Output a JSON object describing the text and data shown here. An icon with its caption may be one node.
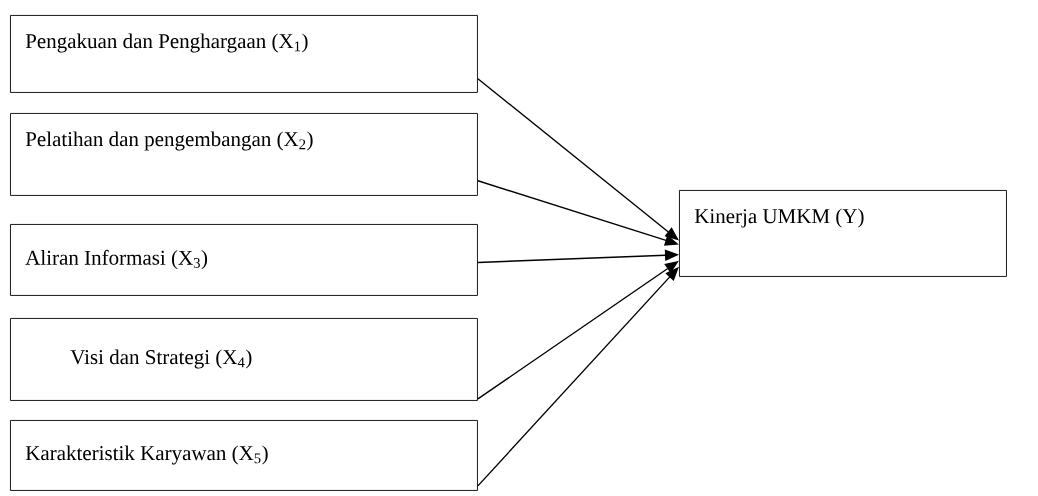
{
  "diagram": {
    "nodes": [
      {
        "text": [
          "Pengakuan dan Penghargaan (X$_{1}$)"
        ]
      },
      {
        "text": [
          "Pelatihan dan pengembangan (X$_{2}$)"
        ]
      },
      {
        "text": [
          "Aliran Informasi (X$_{3}$)"
        ]
      },
      {
        "text": [
          "Visi dan Strategi (X$_{4}$)"
        ]
      },
      {
        "text": [
          "Karakteristik Karyawan (X$_{5}$)"
        ]
      },
      {
        "text": [
          "Kinerja UMKM (Y)"
        ]
      }
    ],
    "edges": [
      {
        "from": 0,
        "to": 5,
        "arrow": "to"
      },
      {
        "from": 1,
        "to": 5,
        "arrow": "to"
      },
      {
        "from": 2,
        "to": 5,
        "arrow": "to"
      },
      {
        "from": 3,
        "to": 5,
        "arrow": "to"
      },
      {
        "from": 4,
        "to": 5,
        "arrow": "to"
      }
    ]
  }
}
